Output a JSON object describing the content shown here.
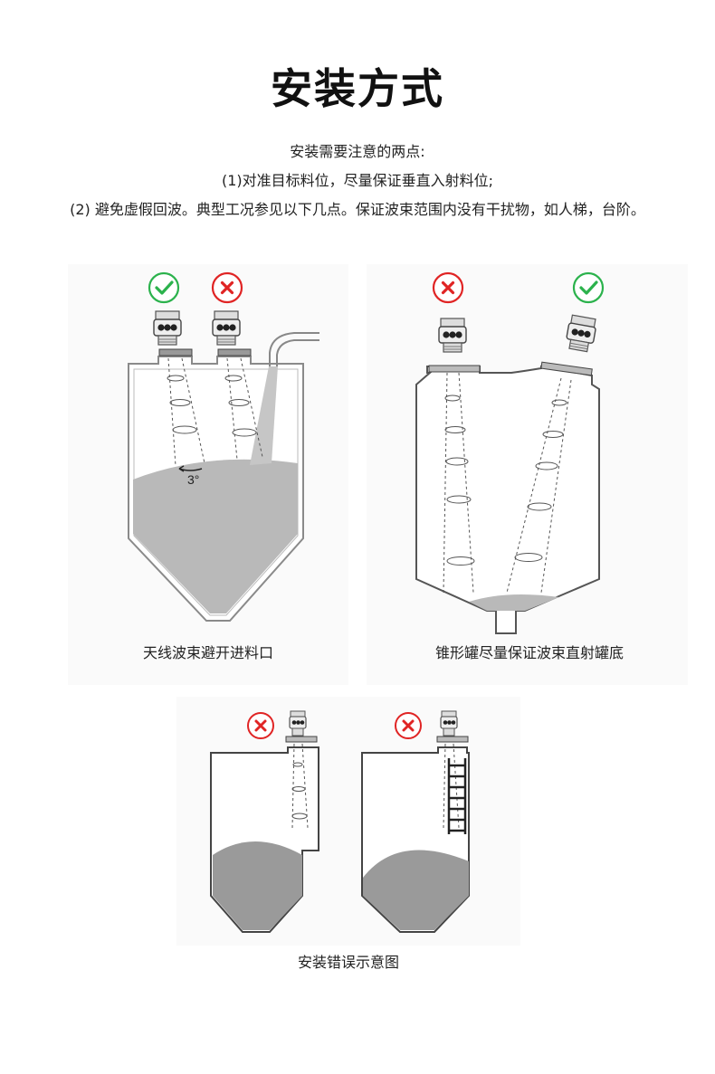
{
  "title": "安装方式",
  "intro": {
    "heading": "安装需要注意的两点:",
    "point1": "(1)对准目标料位，尽量保证垂直入射料位;",
    "point2": "(2) 避免虚假回波。典型工况参见以下几点。保证波束范围内没有干扰物，如人梯，台阶。"
  },
  "figures": [
    {
      "caption": "天线波束避开进料口",
      "angle_label": "3°",
      "marks": [
        "correct",
        "wrong"
      ]
    },
    {
      "caption": "锥形罐尽量保证波束直射罐底",
      "marks": [
        "wrong",
        "correct"
      ]
    },
    {
      "caption": "安装错误示意图",
      "marks": [
        "wrong",
        "wrong"
      ]
    }
  ],
  "colors": {
    "correct": "#2bb24c",
    "wrong": "#e02424",
    "material": "#b9b9b9",
    "outline": "#8a8a8a"
  }
}
